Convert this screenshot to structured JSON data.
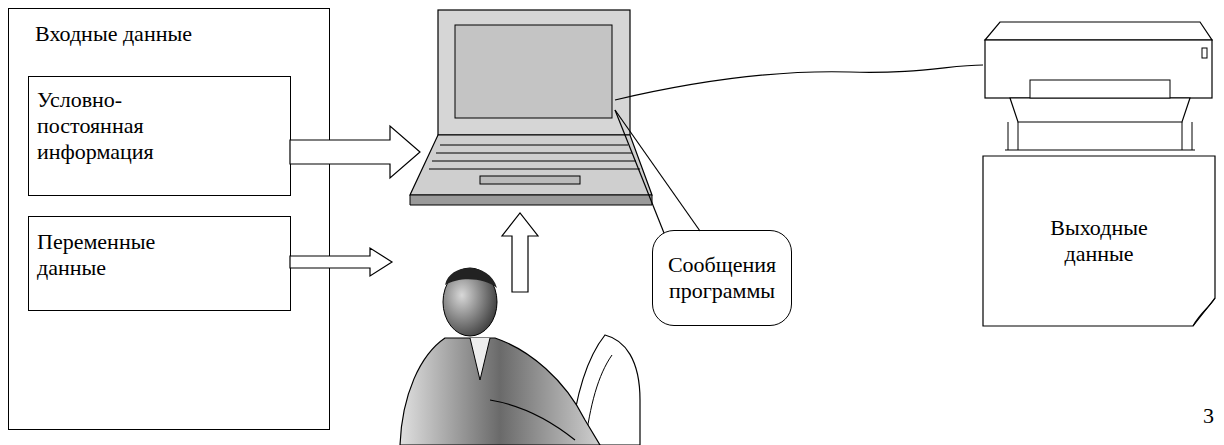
{
  "diagram": {
    "nodes": [
      {
        "text": [
          "Входные данные"
        ]
      },
      {
        "text": [
          "Условно- постоянная информация"
        ],
        "in": 0
      },
      {
        "text": [
          "Переменные данные"
        ],
        "in": 0
      },
      {
        "text": [
          "Сообщения программы"
        ]
      },
      {
        "text": [
          "Выходные данные"
        ]
      }
    ],
    "labels": [
      "3"
    ]
  }
}
